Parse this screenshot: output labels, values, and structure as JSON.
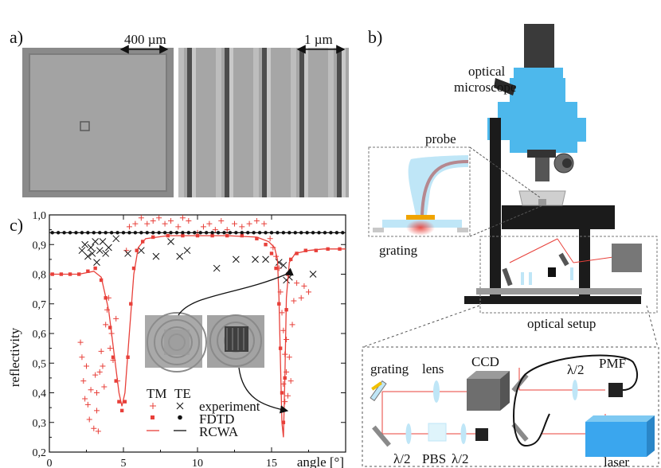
{
  "panels": {
    "a": {
      "label": "a)",
      "scale_large": "400 µm",
      "scale_small": "1 µm"
    },
    "b": {
      "label": "b)",
      "microscope_label": "optical\nmicroscope",
      "probe_label": "probe",
      "grating_label": "grating",
      "optical_setup_label": "optical setup",
      "schematic": {
        "grating": "grating",
        "lens": "lens",
        "ccd": "CCD",
        "half_wave_top": "λ/2",
        "pmf": "PMF",
        "half_wave_left": "λ/2",
        "pbs": "PBS",
        "half_wave_right": "λ/2",
        "laser": "laser"
      }
    },
    "c": {
      "label": "c)"
    }
  },
  "colors": {
    "tm_red": "#e8403a",
    "te_black": "#111111",
    "sem_gray": "#9a9a9a",
    "microscope_blue": "#4db8ec",
    "laser_blue": "#3aa6ee",
    "ccd_gray": "#6e6e6e"
  },
  "legend": {
    "tm": "TM",
    "te": "TE",
    "experiment": "experiment",
    "fdtd": "FDTD",
    "rcwa": "RCWA"
  },
  "chart_data": {
    "type": "scatter",
    "xlabel": "angle [°]",
    "ylabel": "reflectivity",
    "xlim": [
      0,
      20
    ],
    "ylim": [
      0.2,
      1.0
    ],
    "x_ticks": [
      "0",
      "5",
      "10",
      "15"
    ],
    "y_ticks": [
      "0,2",
      "0,3",
      "0,4",
      "0,5",
      "0,6",
      "0,7",
      "0,8",
      "0,9",
      "1,0"
    ],
    "series": [
      {
        "name": "TM experiment",
        "marker": "plus",
        "color": "#e8403a",
        "points": [
          [
            2.1,
            0.57
          ],
          [
            2.2,
            0.52
          ],
          [
            2.3,
            0.44
          ],
          [
            2.4,
            0.38
          ],
          [
            2.5,
            0.49
          ],
          [
            2.6,
            0.36
          ],
          [
            2.7,
            0.31
          ],
          [
            2.8,
            0.41
          ],
          [
            3.0,
            0.28
          ],
          [
            3.1,
            0.46
          ],
          [
            3.2,
            0.4
          ],
          [
            3.2,
            0.34
          ],
          [
            3.3,
            0.27
          ],
          [
            3.4,
            0.47
          ],
          [
            3.5,
            0.54
          ],
          [
            3.6,
            0.49
          ],
          [
            3.7,
            0.42
          ],
          [
            3.8,
            0.63
          ],
          [
            3.9,
            0.68
          ],
          [
            4.0,
            0.72
          ],
          [
            4.1,
            0.55
          ],
          [
            4.2,
            0.6
          ],
          [
            4.3,
            0.51
          ],
          [
            4.5,
            0.65
          ],
          [
            4.6,
            0.44
          ],
          [
            5.2,
            0.88
          ],
          [
            5.4,
            0.96
          ],
          [
            5.8,
            0.97
          ],
          [
            6.2,
            0.99
          ],
          [
            6.6,
            0.97
          ],
          [
            7.0,
            0.98
          ],
          [
            7.4,
            0.99
          ],
          [
            7.8,
            0.97
          ],
          [
            8.2,
            0.98
          ],
          [
            8.7,
            0.96
          ],
          [
            9.0,
            0.99
          ],
          [
            9.4,
            0.98
          ],
          [
            10.0,
            0.94
          ],
          [
            10.4,
            0.96
          ],
          [
            10.8,
            0.97
          ],
          [
            11.2,
            0.95
          ],
          [
            11.6,
            0.98
          ],
          [
            12.0,
            0.95
          ],
          [
            12.5,
            0.97
          ],
          [
            13.0,
            0.96
          ],
          [
            13.5,
            0.97
          ],
          [
            14.0,
            0.98
          ],
          [
            14.5,
            0.97
          ],
          [
            14.9,
            0.92
          ],
          [
            15.1,
            0.89
          ],
          [
            15.3,
            0.86
          ],
          [
            15.5,
            0.82
          ],
          [
            15.6,
            0.74
          ],
          [
            15.7,
            0.67
          ],
          [
            15.8,
            0.61
          ],
          [
            15.8,
            0.43
          ],
          [
            15.9,
            0.53
          ],
          [
            15.9,
            0.37
          ],
          [
            16.0,
            0.58
          ],
          [
            16.0,
            0.47
          ],
          [
            16.1,
            0.39
          ],
          [
            16.2,
            0.52
          ],
          [
            16.3,
            0.44
          ],
          [
            16.4,
            0.63
          ],
          [
            16.5,
            0.71
          ],
          [
            16.7,
            0.77
          ],
          [
            17.0,
            0.72
          ],
          [
            17.2,
            0.76
          ],
          [
            17.5,
            0.74
          ]
        ]
      },
      {
        "name": "TE experiment",
        "marker": "x",
        "color": "#111111",
        "points": [
          [
            2.2,
            0.88
          ],
          [
            2.4,
            0.9
          ],
          [
            2.6,
            0.86
          ],
          [
            2.8,
            0.89
          ],
          [
            2.9,
            0.87
          ],
          [
            3.1,
            0.91
          ],
          [
            3.2,
            0.84
          ],
          [
            3.4,
            0.88
          ],
          [
            3.6,
            0.91
          ],
          [
            3.8,
            0.87
          ],
          [
            4.0,
            0.89
          ],
          [
            4.5,
            0.92
          ],
          [
            5.3,
            0.87
          ],
          [
            6.2,
            0.88
          ],
          [
            7.2,
            0.86
          ],
          [
            8.2,
            0.91
          ],
          [
            8.8,
            0.86
          ],
          [
            9.3,
            0.88
          ],
          [
            11.3,
            0.82
          ],
          [
            12.6,
            0.85
          ],
          [
            13.9,
            0.85
          ],
          [
            14.6,
            0.85
          ],
          [
            15.5,
            0.84
          ],
          [
            15.8,
            0.83
          ],
          [
            16.0,
            0.78
          ],
          [
            16.2,
            0.79
          ],
          [
            17.8,
            0.8
          ]
        ]
      },
      {
        "name": "TM FDTD",
        "marker": "square",
        "color": "#e8403a",
        "points": [
          [
            0.2,
            0.8
          ],
          [
            0.8,
            0.8
          ],
          [
            1.4,
            0.8
          ],
          [
            2.0,
            0.8
          ],
          [
            2.6,
            0.81
          ],
          [
            3.1,
            0.82
          ],
          [
            3.5,
            0.78
          ],
          [
            3.8,
            0.72
          ],
          [
            4.1,
            0.62
          ],
          [
            4.3,
            0.52
          ],
          [
            4.5,
            0.44
          ],
          [
            4.7,
            0.37
          ],
          [
            4.9,
            0.34
          ],
          [
            5.1,
            0.37
          ],
          [
            5.3,
            0.52
          ],
          [
            5.5,
            0.7
          ],
          [
            5.7,
            0.82
          ],
          [
            5.9,
            0.88
          ],
          [
            6.3,
            0.91
          ],
          [
            7.0,
            0.925
          ],
          [
            8.0,
            0.93
          ],
          [
            9.0,
            0.93
          ],
          [
            10.0,
            0.93
          ],
          [
            11.0,
            0.93
          ],
          [
            12.0,
            0.93
          ],
          [
            13.0,
            0.93
          ],
          [
            14.0,
            0.92
          ],
          [
            14.6,
            0.9
          ],
          [
            15.0,
            0.87
          ],
          [
            15.3,
            0.82
          ],
          [
            15.5,
            0.7
          ],
          [
            15.6,
            0.55
          ],
          [
            15.7,
            0.4
          ],
          [
            15.8,
            0.3
          ],
          [
            15.9,
            0.45
          ],
          [
            16.0,
            0.68
          ],
          [
            16.1,
            0.8
          ],
          [
            16.3,
            0.85
          ],
          [
            16.7,
            0.87
          ],
          [
            17.3,
            0.88
          ],
          [
            18.0,
            0.88
          ],
          [
            18.8,
            0.885
          ],
          [
            19.6,
            0.885
          ]
        ]
      },
      {
        "name": "TE FDTD",
        "marker": "dot",
        "color": "#111111",
        "points": [
          [
            0.2,
            0.94
          ],
          [
            0.6,
            0.94
          ],
          [
            1.0,
            0.94
          ],
          [
            1.4,
            0.94
          ],
          [
            1.8,
            0.94
          ],
          [
            2.2,
            0.94
          ],
          [
            2.6,
            0.94
          ],
          [
            3.0,
            0.94
          ],
          [
            3.4,
            0.94
          ],
          [
            3.8,
            0.94
          ],
          [
            4.2,
            0.94
          ],
          [
            4.6,
            0.94
          ],
          [
            5.0,
            0.94
          ],
          [
            5.4,
            0.94
          ],
          [
            5.8,
            0.94
          ],
          [
            6.2,
            0.94
          ],
          [
            6.6,
            0.94
          ],
          [
            7.0,
            0.94
          ],
          [
            7.4,
            0.94
          ],
          [
            7.8,
            0.94
          ],
          [
            8.2,
            0.94
          ],
          [
            8.6,
            0.94
          ],
          [
            9.0,
            0.94
          ],
          [
            9.4,
            0.94
          ],
          [
            9.8,
            0.94
          ],
          [
            10.2,
            0.94
          ],
          [
            10.6,
            0.94
          ],
          [
            11.0,
            0.94
          ],
          [
            11.4,
            0.94
          ],
          [
            11.8,
            0.94
          ],
          [
            12.2,
            0.94
          ],
          [
            12.6,
            0.94
          ],
          [
            13.0,
            0.94
          ],
          [
            13.4,
            0.94
          ],
          [
            13.8,
            0.94
          ],
          [
            14.2,
            0.94
          ],
          [
            14.6,
            0.94
          ],
          [
            15.0,
            0.94
          ],
          [
            15.4,
            0.94
          ],
          [
            15.8,
            0.94
          ],
          [
            16.2,
            0.94
          ],
          [
            16.6,
            0.94
          ],
          [
            17.0,
            0.94
          ],
          [
            17.4,
            0.94
          ],
          [
            17.8,
            0.94
          ],
          [
            18.2,
            0.94
          ],
          [
            18.6,
            0.94
          ],
          [
            19.0,
            0.94
          ],
          [
            19.4,
            0.94
          ],
          [
            19.8,
            0.94
          ]
        ]
      },
      {
        "name": "TM RCWA",
        "marker": "line",
        "color": "#e8403a",
        "points": [
          [
            0,
            0.8
          ],
          [
            2.0,
            0.8
          ],
          [
            3.0,
            0.81
          ],
          [
            3.5,
            0.79
          ],
          [
            4.0,
            0.68
          ],
          [
            4.4,
            0.52
          ],
          [
            4.7,
            0.4
          ],
          [
            4.9,
            0.355
          ],
          [
            5.1,
            0.4
          ],
          [
            5.4,
            0.6
          ],
          [
            5.7,
            0.8
          ],
          [
            6.0,
            0.89
          ],
          [
            6.5,
            0.92
          ],
          [
            8.0,
            0.93
          ],
          [
            10.0,
            0.93
          ],
          [
            12.0,
            0.93
          ],
          [
            14.0,
            0.925
          ],
          [
            14.8,
            0.91
          ],
          [
            15.2,
            0.89
          ],
          [
            15.4,
            0.85
          ],
          [
            15.5,
            0.72
          ],
          [
            15.6,
            0.5
          ],
          [
            15.7,
            0.3
          ],
          [
            15.8,
            0.25
          ],
          [
            15.9,
            0.45
          ],
          [
            16.0,
            0.72
          ],
          [
            16.2,
            0.84
          ],
          [
            16.6,
            0.87
          ],
          [
            17.5,
            0.88
          ],
          [
            18.5,
            0.885
          ],
          [
            20.0,
            0.885
          ]
        ]
      },
      {
        "name": "TE RCWA",
        "marker": "line",
        "color": "#111111",
        "points": [
          [
            0,
            0.94
          ],
          [
            20,
            0.94
          ]
        ]
      }
    ]
  }
}
